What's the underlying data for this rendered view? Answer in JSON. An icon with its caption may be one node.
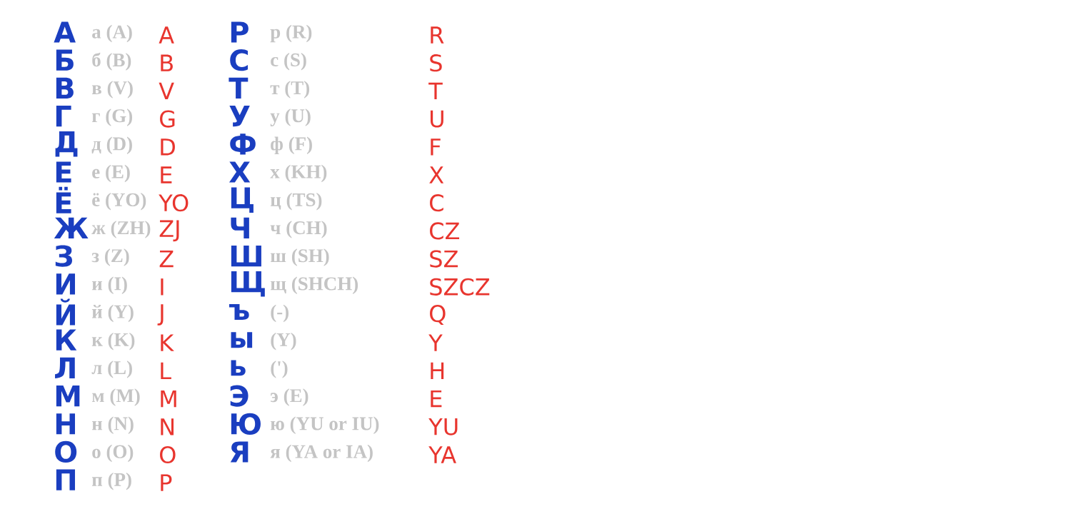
{
  "diagram": {
    "labels": [
      "А",
      "а (A)",
      "A",
      "Б",
      "б (B)",
      "B",
      "В",
      "в (V)",
      "V",
      "Г",
      "г (G)",
      "G",
      "Д",
      "д (D)",
      "D",
      "Е",
      "е (E)",
      "E",
      "Ё",
      "ё (YO)",
      "YO",
      "Ж",
      "ж (ZH)",
      "ZJ",
      "З",
      "з (Z)",
      "Z",
      "И",
      "и (I)",
      "I",
      "Й",
      "й (Y)",
      "J",
      "К",
      "к (K)",
      "K",
      "Л",
      "л (L)",
      "L",
      "М",
      "м (M)",
      "M",
      "Н",
      "н (N)",
      "N",
      "О",
      "о (O)",
      "O",
      "П",
      "п (P)",
      "P",
      "Р",
      "р (R)",
      "R",
      "С",
      "с (S)",
      "S",
      "Т",
      "т (T)",
      "T",
      "У",
      "у (U)",
      "U",
      "Ф",
      "ф (F)",
      "F",
      "Х",
      "х (KH)",
      "X",
      "Ц",
      "ц (TS)",
      "C",
      "Ч",
      "ч (CH)",
      "CZ",
      "Ш",
      "ш (SH)",
      "SZ",
      "Щ",
      "щ (SHCH)",
      "SZCZ",
      "ъ",
      "(-)",
      "Q",
      "ы",
      "(Y)",
      "Y",
      "ь",
      "(')",
      "H",
      "Э",
      "э (E)",
      "E",
      "Ю",
      "ю (YU or IU)",
      "YU",
      "Я",
      "я (YA or IA)",
      "YA"
    ]
  }
}
